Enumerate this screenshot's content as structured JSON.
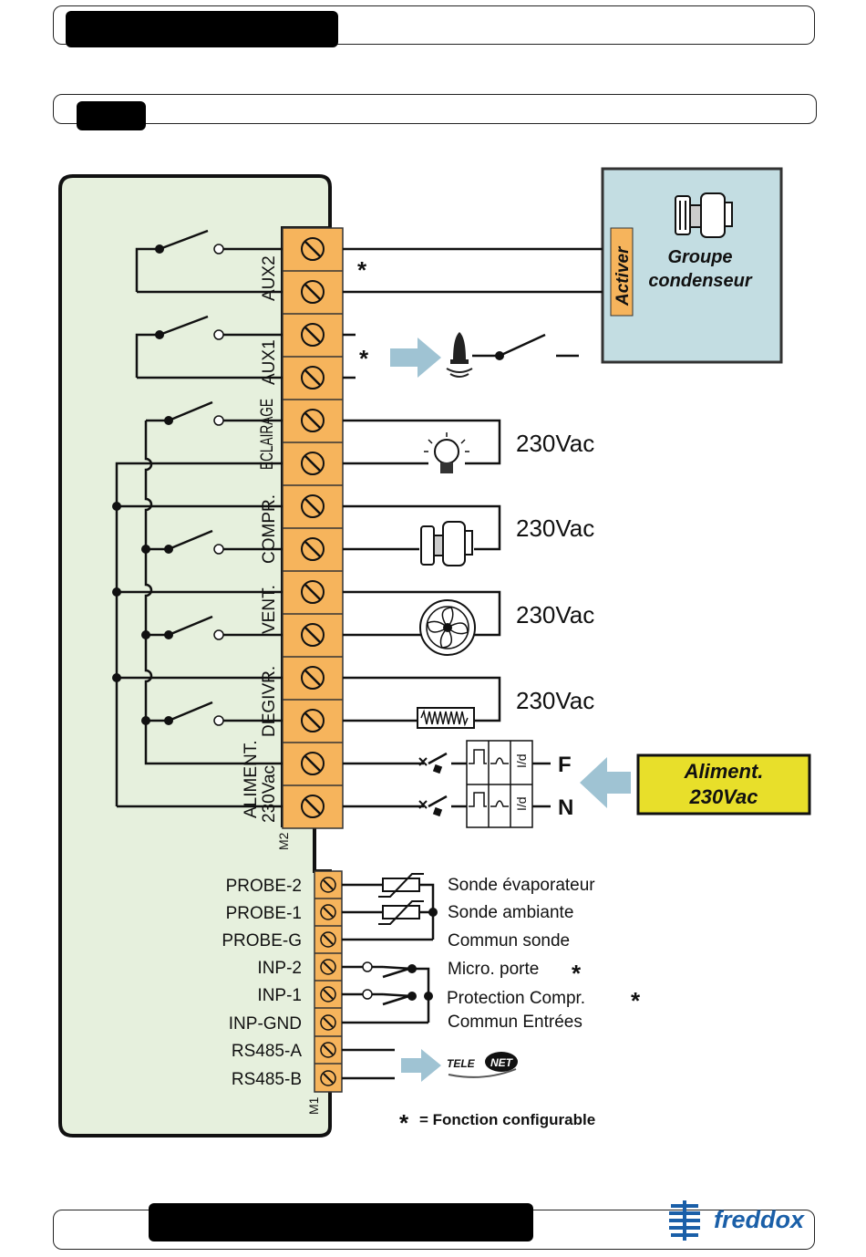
{
  "terminals_m2": [
    {
      "label": "AUX2",
      "row_labels": [
        "AUX2"
      ]
    },
    {
      "label": "AUX1"
    },
    {
      "label": "ECLAIRAGE"
    },
    {
      "label": "COMPR."
    },
    {
      "label": "VENT."
    },
    {
      "label": "DEGIVR."
    },
    {
      "label": "ALIMENT."
    },
    {
      "label": "230Vac"
    }
  ],
  "m2_label": "M2",
  "m1_label": "M1",
  "condenser": {
    "title_line1": "Groupe",
    "title_line2": "condenseur",
    "activate": "Activer"
  },
  "voltage": "230Vac",
  "supply": {
    "line1": "Aliment.",
    "line2": "230Vac",
    "F": "F",
    "N": "N",
    "breaker_label": "I/d"
  },
  "star": "*",
  "m1_terminals": [
    "PROBE-2",
    "PROBE-1",
    "PROBE-G",
    "INP-2",
    "INP-1",
    "INP-GND",
    "RS485-A",
    "RS485-B"
  ],
  "m1_descriptions": [
    "Sonde évaporateur",
    "Sonde ambiante",
    "Commun sonde",
    "Micro. porte",
    "Protection Compr.",
    "Commun Entrées"
  ],
  "telenet": {
    "tele": "TELE",
    "net": "NET"
  },
  "footnote": "= Fonction configurable",
  "brand": "freddox",
  "colors": {
    "terminal": "#f6b45c",
    "panel": "#e6f0dd",
    "condenser": "#c3dde2",
    "supply_box": "#e8df2a",
    "arrow": "#9fc3d3",
    "logo": "#1a5fa8"
  }
}
